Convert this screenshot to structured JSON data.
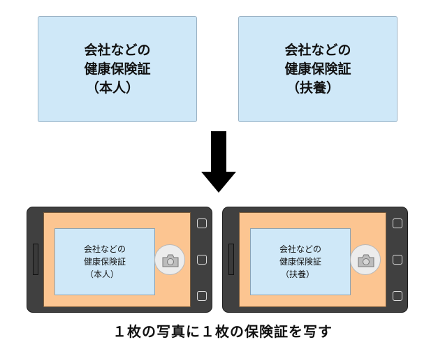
{
  "top_cards": [
    {
      "line1": "会社などの",
      "line2": "健康保険証",
      "line3": "（本人）"
    },
    {
      "line1": "会社などの",
      "line2": "健康保険証",
      "line3": "（扶養）"
    }
  ],
  "phones": [
    {
      "card": {
        "line1": "会社などの",
        "line2": "健康保険証",
        "line3": "（本人）"
      },
      "shutter_icon": "camera-icon"
    },
    {
      "card": {
        "line1": "会社などの",
        "line2": "健康保険証",
        "line3": "（扶養）"
      },
      "shutter_icon": "camera-icon"
    }
  ],
  "caption": "１枚の写真に１枚の保険証を写す",
  "colors": {
    "card": "#cfe8f8",
    "phone_body": "#404040",
    "phone_screen": "#fcc591",
    "arrow": "#000000"
  }
}
